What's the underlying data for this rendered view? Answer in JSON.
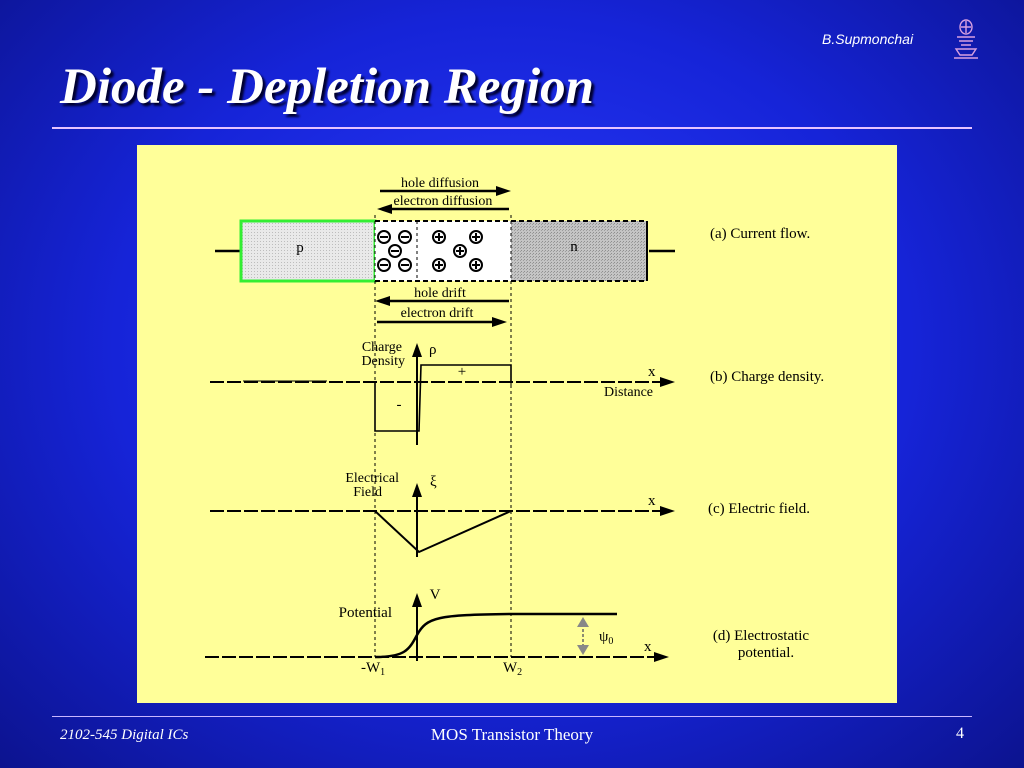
{
  "slide": {
    "author": "B.Supmonchai",
    "title": "Diode - Depletion Region",
    "footer_left": "2102-545 Digital ICs",
    "footer_center": "MOS Transistor Theory",
    "page_number": "4"
  },
  "diagram": {
    "colors": {
      "panel": "#ffff99",
      "p_border": "#33ee33",
      "line": "#000000"
    },
    "current_flow": {
      "hole_diffusion": "hole diffusion",
      "electron_diffusion": "electron diffusion",
      "p_label": "p",
      "n_label": "n",
      "hole_drift": "hole drift",
      "electron_drift": "electron drift",
      "caption": "(a) Current flow."
    },
    "charge_density": {
      "ylabel_line1": "Charge",
      "ylabel_line2": "Density",
      "symbol": "ρ",
      "plus": "+",
      "minus": "-",
      "x_label": "x",
      "distance_label": "Distance",
      "caption": "(b) Charge density."
    },
    "electric_field": {
      "ylabel_line1": "Electrical",
      "ylabel_line2": "Field",
      "symbol": "ξ",
      "x_label": "x",
      "caption": "(c) Electric field."
    },
    "potential": {
      "ylabel": "Potential",
      "symbol": "V",
      "psi": "ψ",
      "psi_sub": "0",
      "x_label": "x",
      "w1": "-W",
      "w1_sub": "1",
      "w2": "W",
      "w2_sub": "2",
      "caption_line1": "(d) Electrostatic",
      "caption_line2": "potential."
    }
  }
}
